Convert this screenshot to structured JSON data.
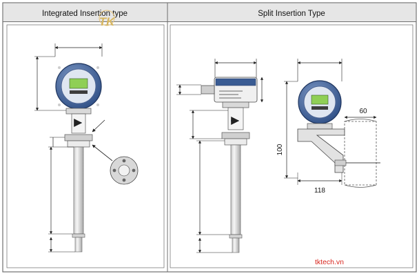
{
  "header": {
    "left_title": "Integrated Insertion type",
    "right_title": "Split Insertion Type"
  },
  "dimensions": {
    "bracket_width": "60",
    "bracket_height": "100",
    "mount_width": "118"
  },
  "watermark": {
    "bottom_text": "tktech.vn",
    "logo_text": "TK"
  },
  "colors": {
    "frame": "#6f6f6f",
    "header_bg": "#e6e6e6",
    "housing_blue": "#38598f",
    "display_green": "#8fcf56",
    "watermark_red": "#d8261e",
    "logo_gold": "#d7b65f"
  }
}
